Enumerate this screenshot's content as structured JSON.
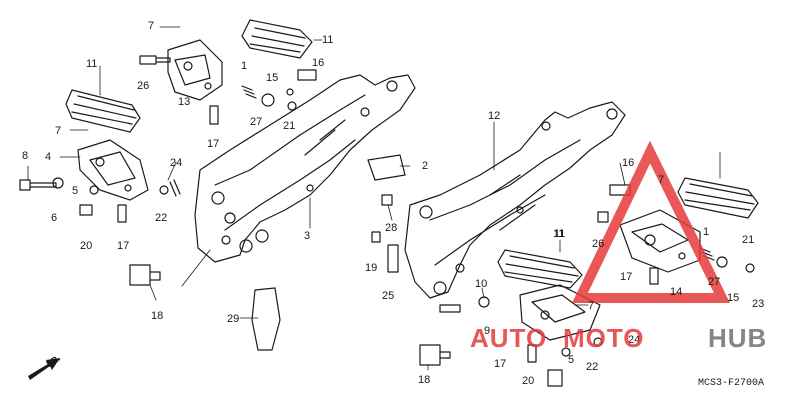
{
  "diagram": {
    "part_numbers": [
      {
        "key": "n7a",
        "text": "7"
      },
      {
        "key": "n11a",
        "text": "11"
      },
      {
        "key": "n1a",
        "text": "1"
      },
      {
        "key": "n26a",
        "text": "26"
      },
      {
        "key": "n13",
        "text": "13"
      },
      {
        "key": "n15a",
        "text": "15"
      },
      {
        "key": "n16a",
        "text": "16"
      },
      {
        "key": "n11b",
        "text": "11"
      },
      {
        "key": "n27a",
        "text": "27"
      },
      {
        "key": "n21a",
        "text": "21"
      },
      {
        "key": "n7b",
        "text": "7"
      },
      {
        "key": "n17a",
        "text": "17"
      },
      {
        "key": "n8",
        "text": "8"
      },
      {
        "key": "n4",
        "text": "4"
      },
      {
        "key": "n24a",
        "text": "24"
      },
      {
        "key": "n6",
        "text": "6"
      },
      {
        "key": "n5a",
        "text": "5"
      },
      {
        "key": "n22a",
        "text": "22"
      },
      {
        "key": "n20a",
        "text": "20"
      },
      {
        "key": "n17b",
        "text": "17"
      },
      {
        "key": "n3",
        "text": "3"
      },
      {
        "key": "n2",
        "text": "2"
      },
      {
        "key": "n28",
        "text": "28"
      },
      {
        "key": "n12",
        "text": "12"
      },
      {
        "key": "n16b",
        "text": "16"
      },
      {
        "key": "n11c",
        "text": "11"
      },
      {
        "key": "n19",
        "text": "19"
      },
      {
        "key": "n25",
        "text": "25"
      },
      {
        "key": "n18a",
        "text": "18"
      },
      {
        "key": "n29",
        "text": "29"
      },
      {
        "key": "n10",
        "text": "10"
      },
      {
        "key": "n9",
        "text": "9"
      },
      {
        "key": "n11d",
        "text": "11"
      },
      {
        "key": "n7c",
        "text": "7"
      },
      {
        "key": "n7d",
        "text": "7"
      },
      {
        "key": "n26b",
        "text": "26"
      },
      {
        "key": "n1b",
        "text": "1"
      },
      {
        "key": "n21b",
        "text": "21"
      },
      {
        "key": "n17c",
        "text": "17"
      },
      {
        "key": "n14",
        "text": "14"
      },
      {
        "key": "n27b",
        "text": "27"
      },
      {
        "key": "n15b",
        "text": "15"
      },
      {
        "key": "n23",
        "text": "23"
      },
      {
        "key": "n24b",
        "text": "24"
      },
      {
        "key": "n18b",
        "text": "18"
      },
      {
        "key": "n17d",
        "text": "17"
      },
      {
        "key": "n5b",
        "text": "5"
      },
      {
        "key": "n22b",
        "text": "22"
      },
      {
        "key": "n20b",
        "text": "20"
      }
    ],
    "direction_label": "FR.",
    "figure_code": "MCS3-F2700A"
  },
  "watermark": {
    "part_a": "AUTO",
    "part_b": "MOTO",
    "part_c": "HUB",
    "color_red": "#e53a3a",
    "color_gray": "#7a7a7a"
  }
}
